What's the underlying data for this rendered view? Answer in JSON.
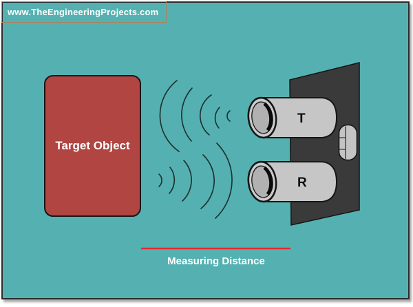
{
  "header": {
    "url": "www.TheEngineeringProjects.com"
  },
  "diagram": {
    "canvas_color": "#55b1b1",
    "target_object": {
      "label": "Target Object",
      "fill": "#b04541"
    },
    "sensor": {
      "transmitter_label": "T",
      "receiver_label": "R",
      "board_color": "#3a3a3a",
      "cylinder_color": "#c6c6c6"
    },
    "waves": {
      "outgoing_arcs": 5,
      "returning_arcs": 5
    },
    "measurement": {
      "label": "Measuring Distance",
      "line_color": "#e62a2e"
    }
  }
}
